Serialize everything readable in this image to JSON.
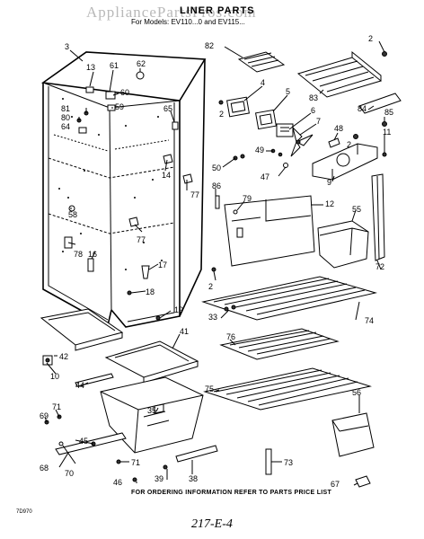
{
  "watermark": "AppliancePartsPros.com",
  "title": "LINER PARTS",
  "subtitle": "For Models: EV110...0 and EV115...",
  "footer": "FOR ORDERING INFORMATION REFER TO PARTS PRICE LIST",
  "drawing_code": "7D970",
  "handwritten_note": "217-E-4",
  "callouts": {
    "c2a": "2",
    "c3": "3",
    "c82": "82",
    "c13": "13",
    "c61": "61",
    "c62": "62",
    "c4": "4",
    "c5": "5",
    "c60": "60",
    "c59": "59",
    "c81": "81",
    "c80": "80",
    "c83": "83",
    "c84": "84",
    "c85": "85",
    "c64": "64",
    "c65": "65",
    "c6": "6",
    "c7": "7",
    "c48": "48",
    "c11": "11",
    "c49": "49",
    "c2b": "2",
    "c2c": "2",
    "c50": "50",
    "c47": "47",
    "c9": "9",
    "c14": "14",
    "c77a": "77",
    "c86": "86",
    "c79": "79",
    "c12": "12",
    "c58": "58",
    "c55": "55",
    "c72": "72",
    "c77b": "77",
    "c78": "78",
    "c16": "16",
    "c17": "17",
    "c18": "18",
    "c2d": "2",
    "c33": "33",
    "c74": "74",
    "c19": "19",
    "c41": "41",
    "c76": "76",
    "c42": "42",
    "c10": "10",
    "c44": "44",
    "c75": "75",
    "c35": "35",
    "c71a": "71",
    "c56": "56",
    "c69": "69",
    "c45": "45",
    "c70": "70",
    "c68": "68",
    "c71b": "71",
    "c73": "73",
    "c38": "38",
    "c39": "39",
    "c46": "46",
    "c67": "67"
  }
}
